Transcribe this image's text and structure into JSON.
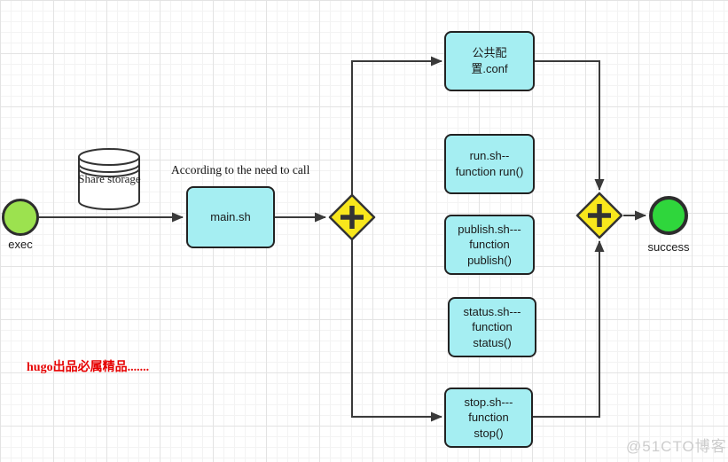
{
  "canvas": {
    "annotation": "According to the need to call",
    "note": "hugo出品必属精品.......",
    "watermark": "@51CTO博客"
  },
  "colors": {
    "task_fill": "#a5eef2",
    "task_border": "#222222",
    "gateway_fill": "#f8e71c",
    "start_fill": "#9ce24f",
    "end_fill": "#2fd63c",
    "connector": "#3a3a3a",
    "note_text": "#e60000",
    "watermark_text": "#cccccc"
  },
  "icons": {
    "gateway_symbol": "plus-icon",
    "storage_symbol": "database-cylinder-icon",
    "arrowhead": "triangle-arrow-icon"
  },
  "nodes": {
    "start": {
      "label": "exec"
    },
    "storage": {
      "label": "Share storage"
    },
    "main": {
      "label": "main.sh"
    },
    "conf": {
      "label": "公共配置.conf"
    },
    "run": {
      "label": "run.sh-- function run()"
    },
    "publish": {
      "label": "publish.sh--- function publish()"
    },
    "status": {
      "label": "status.sh--- function status()"
    },
    "stop": {
      "label": "stop.sh--- function stop()"
    },
    "end": {
      "label": "success"
    }
  }
}
